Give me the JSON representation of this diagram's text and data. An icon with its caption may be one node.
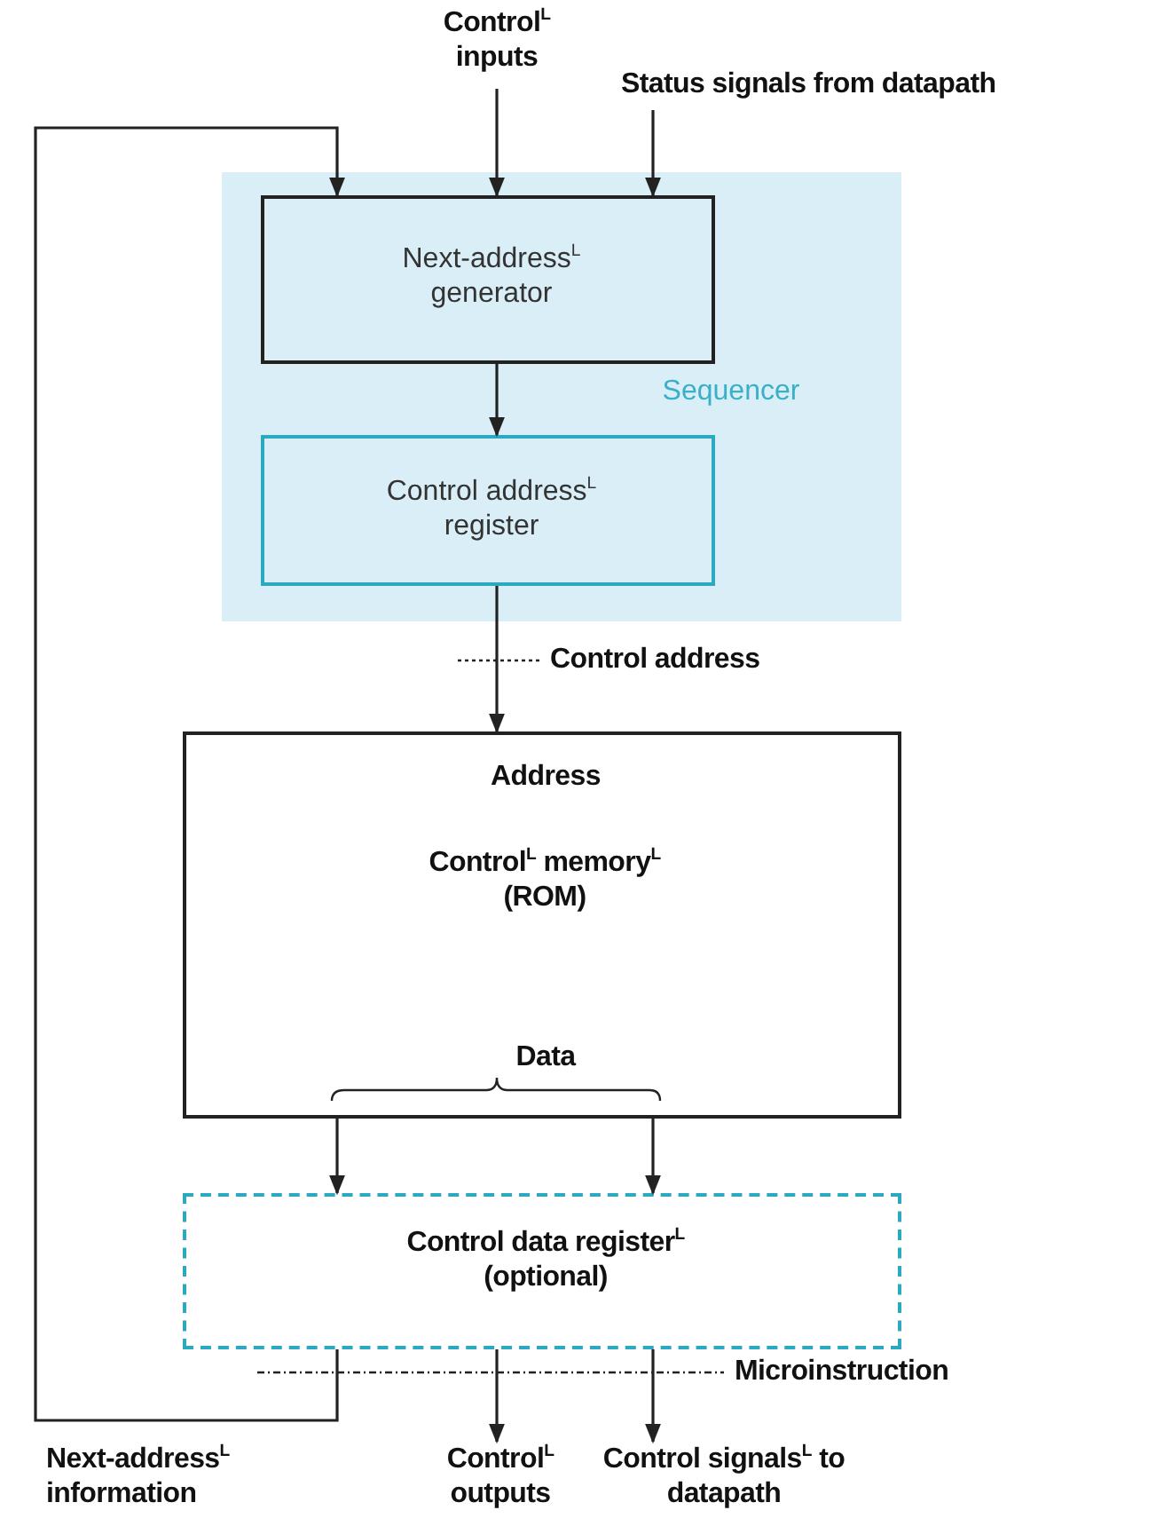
{
  "diagram": {
    "nodes": [
      {
        "text": [
          "Sequencer"
        ]
      },
      {
        "text": [
          "Next-address$^{L}$ generator"
        ],
        "in": 0
      },
      {
        "text": [
          "Control address$^{L}$ register"
        ],
        "in": 0
      },
      {
        "text": [
          "Control$^{L}$ inputs"
        ]
      },
      {
        "text": [
          "Status signals from datapath"
        ]
      },
      {
        "text": [
          "Address",
          "Control$^{L}$ memory$^{L}$ (ROM)",
          "Data"
        ]
      },
      {
        "text": [
          "Control data register$^{L}$ (optional)"
        ]
      },
      {
        "text": [
          "Control$^{L}$ outputs"
        ]
      },
      {
        "text": [
          "Control signals$^{L}$ to datapath"
        ]
      }
    ],
    "edges": [
      {
        "from": 3,
        "to": 1,
        "arrow": "to"
      },
      {
        "from": 4,
        "to": 1,
        "arrow": "to"
      },
      {
        "from": 1,
        "to": 2,
        "arrow": "to"
      },
      {
        "from": 2,
        "to": 5,
        "arrow": "to"
      },
      {
        "from": 5,
        "to": 6,
        "arrow": "to"
      },
      {
        "from": 5,
        "to": 6,
        "arrow": "to"
      },
      {
        "from": 6,
        "to": 1,
        "arrow": "to"
      },
      {
        "from": 6,
        "to": 7,
        "arrow": "to"
      },
      {
        "from": 6,
        "to": 8,
        "arrow": "to"
      }
    ],
    "labels": [
      "Control address",
      "Microinstruction",
      "Next-address$^{L}$ information"
    ]
  }
}
